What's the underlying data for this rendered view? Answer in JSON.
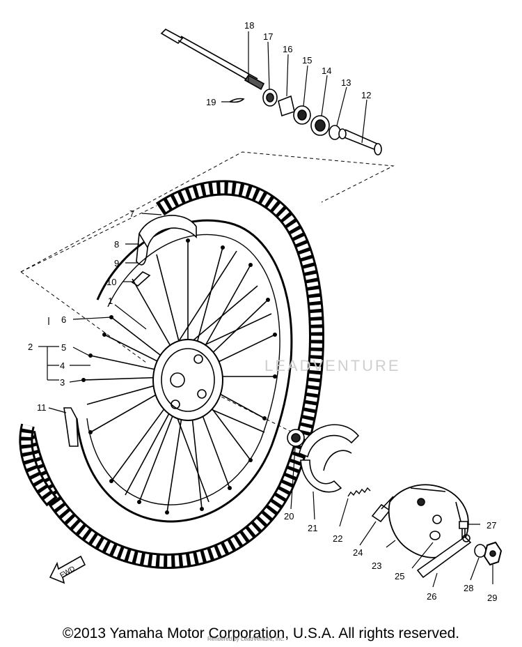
{
  "callouts": [
    {
      "id": "1",
      "text": "1"
    },
    {
      "id": "2",
      "text": "2"
    },
    {
      "id": "3",
      "text": "3"
    },
    {
      "id": "4",
      "text": "4"
    },
    {
      "id": "5",
      "text": "5"
    },
    {
      "id": "6",
      "text": "6"
    },
    {
      "id": "7",
      "text": "7"
    },
    {
      "id": "8",
      "text": "8"
    },
    {
      "id": "9",
      "text": "9"
    },
    {
      "id": "10",
      "text": "10"
    },
    {
      "id": "11",
      "text": "11"
    },
    {
      "id": "12",
      "text": "12"
    },
    {
      "id": "13",
      "text": "13"
    },
    {
      "id": "14",
      "text": "14"
    },
    {
      "id": "15",
      "text": "15"
    },
    {
      "id": "16",
      "text": "16"
    },
    {
      "id": "17",
      "text": "17"
    },
    {
      "id": "18",
      "text": "18"
    },
    {
      "id": "19",
      "text": "19"
    },
    {
      "id": "20",
      "text": "20"
    },
    {
      "id": "21",
      "text": "21"
    },
    {
      "id": "22",
      "text": "22"
    },
    {
      "id": "23",
      "text": "23"
    },
    {
      "id": "24",
      "text": "24"
    },
    {
      "id": "25",
      "text": "25"
    },
    {
      "id": "26",
      "text": "26"
    },
    {
      "id": "27",
      "text": "27"
    },
    {
      "id": "28",
      "text": "28"
    },
    {
      "id": "29",
      "text": "29"
    }
  ],
  "fwd_label": "FWD",
  "watermark": "LEADVENTURE",
  "rendered_by": "Rendered by LeadVenture, Inc.",
  "copyright": "©2013 Yamaha Motor Corporation, U.S.A. All rights reserved."
}
